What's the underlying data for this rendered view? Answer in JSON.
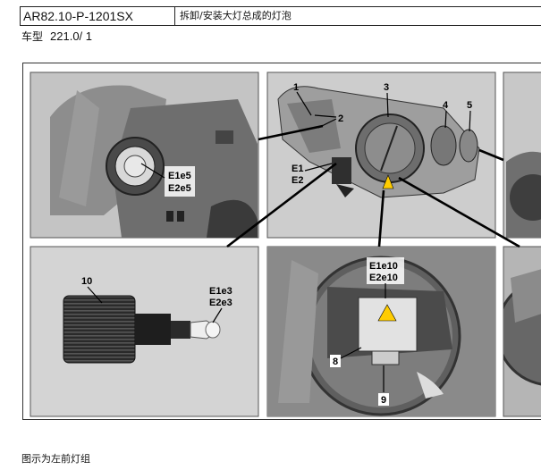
{
  "header": {
    "doc_code": "AR82.10-P-1201SX",
    "title": "拆卸/安装大灯总成的灯泡"
  },
  "model": {
    "label": "车型",
    "value": "221.0/ 1"
  },
  "figure": {
    "callouts": {
      "n1": "1",
      "n2": "2",
      "n3": "3",
      "n4": "4",
      "n5": "5",
      "e1": "E1",
      "e2": "E2",
      "e1e5": "E1e5",
      "e2e5": "E2e5",
      "n10": "10",
      "e1e3": "E1e3",
      "e2e3": "E2e3",
      "e1e10": "E1e10",
      "e2e10": "E2e10",
      "n8": "8",
      "n9": "9"
    }
  },
  "caption": "图示为左前灯组"
}
